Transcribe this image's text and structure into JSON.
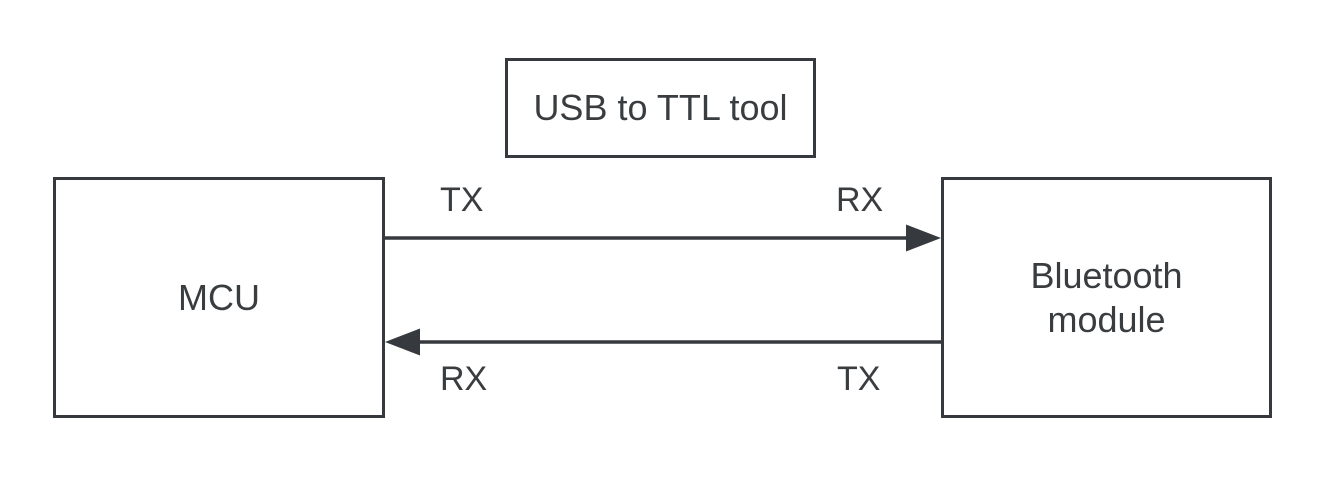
{
  "diagram": {
    "background_color": "#ffffff",
    "line_color": "#36393d",
    "text_color": "#3a3d40",
    "nodes": {
      "usb_ttl_tool": {
        "label": "USB to TTL tool"
      },
      "mcu": {
        "label": "MCU"
      },
      "bluetooth_module": {
        "label": "Bluetooth\nmodule"
      }
    },
    "connections": [
      {
        "from": "MCU",
        "from_pin": "TX",
        "to": "Bluetooth module",
        "to_pin": "RX",
        "direction": "right"
      },
      {
        "from": "Bluetooth module",
        "from_pin": "TX",
        "to": "MCU",
        "to_pin": "RX",
        "direction": "left"
      }
    ]
  }
}
